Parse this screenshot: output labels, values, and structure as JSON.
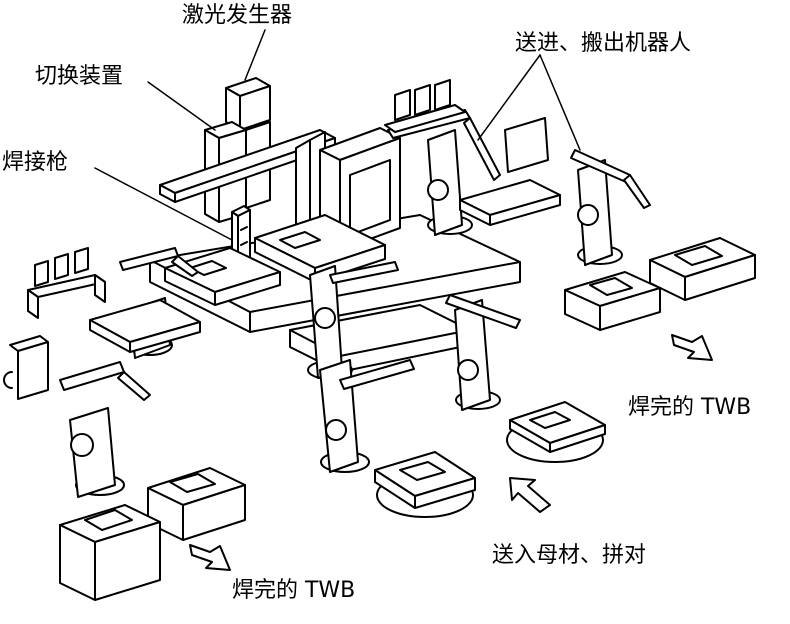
{
  "labels": {
    "laser_generator": "激光发生器",
    "switch_device": "切换装置",
    "welding_gun": "焊接枪",
    "feed_robots": "送进、搬出机器人",
    "finished_twb_right": "焊完的 TWB",
    "feed_base_material": "送入母材、拼对",
    "finished_twb_left": "焊完的 TWB"
  },
  "colors": {
    "ink": "#000000",
    "paper": "#ffffff"
  }
}
